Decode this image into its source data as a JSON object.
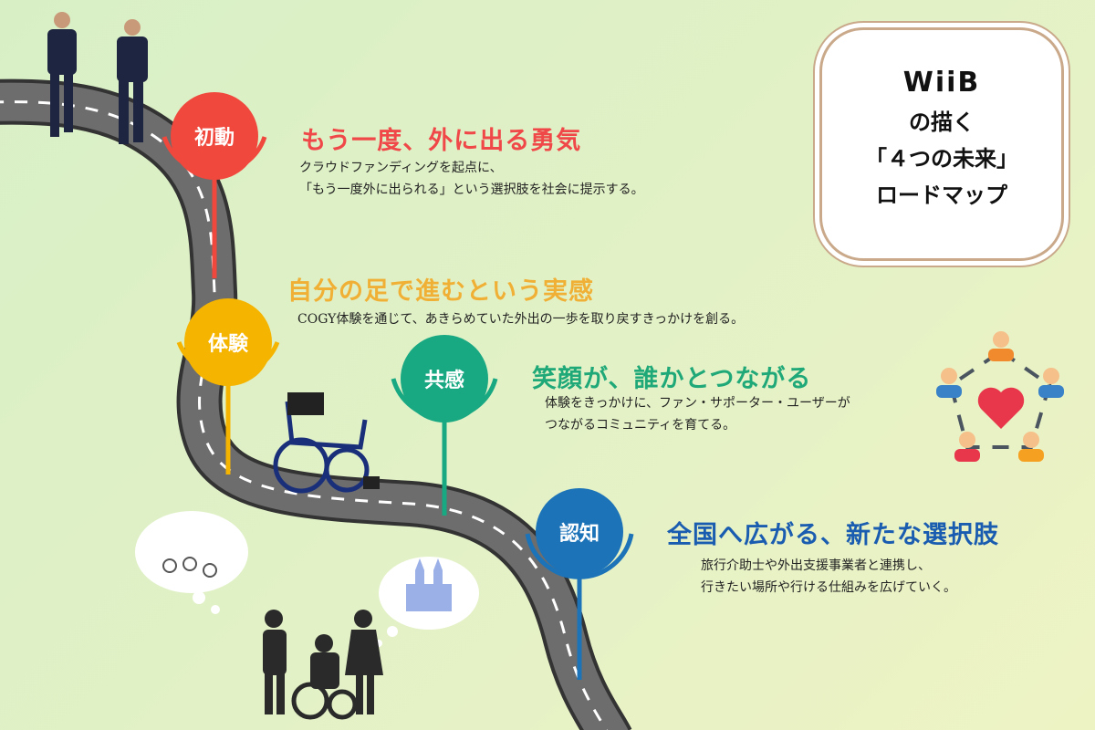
{
  "steps": [
    {
      "pin": "初動",
      "heading": "もう一度、外に出る勇気",
      "desc": [
        "クラウドファンディングを起点に、",
        "「もう一度外に出られる」という選択肢を社会に提示する。"
      ],
      "color": "#f0483c",
      "heading_color": "#f04848"
    },
    {
      "pin": "体験",
      "heading": "自分の足で進むという実感",
      "desc": [
        "COGY体験を通じて、あきらめていた外出の一歩を取り戻すきっかけを創る。"
      ],
      "color": "#f5b400",
      "heading_color": "#f0b035"
    },
    {
      "pin": "共感",
      "heading": "笑顔が、誰かとつながる",
      "desc": [
        "体験をきっかけに、ファン・サポーター・ユーザーが",
        "つながるコミュニティを育てる。"
      ],
      "color": "#18a882",
      "heading_color": "#1fa878"
    },
    {
      "pin": "認知",
      "heading": "全国へ広がる、新たな選択肢",
      "desc": [
        "旅行介助士や外出支援事業者と連携し、",
        "行きたい場所や行ける仕組みを広げていく。"
      ],
      "color": "#1c73b8",
      "heading_color": "#1a5cb0"
    }
  ],
  "badge": {
    "logo": "WiiB",
    "lines": [
      "の描く",
      "「４つの未来」",
      "ロードマップ"
    ]
  }
}
